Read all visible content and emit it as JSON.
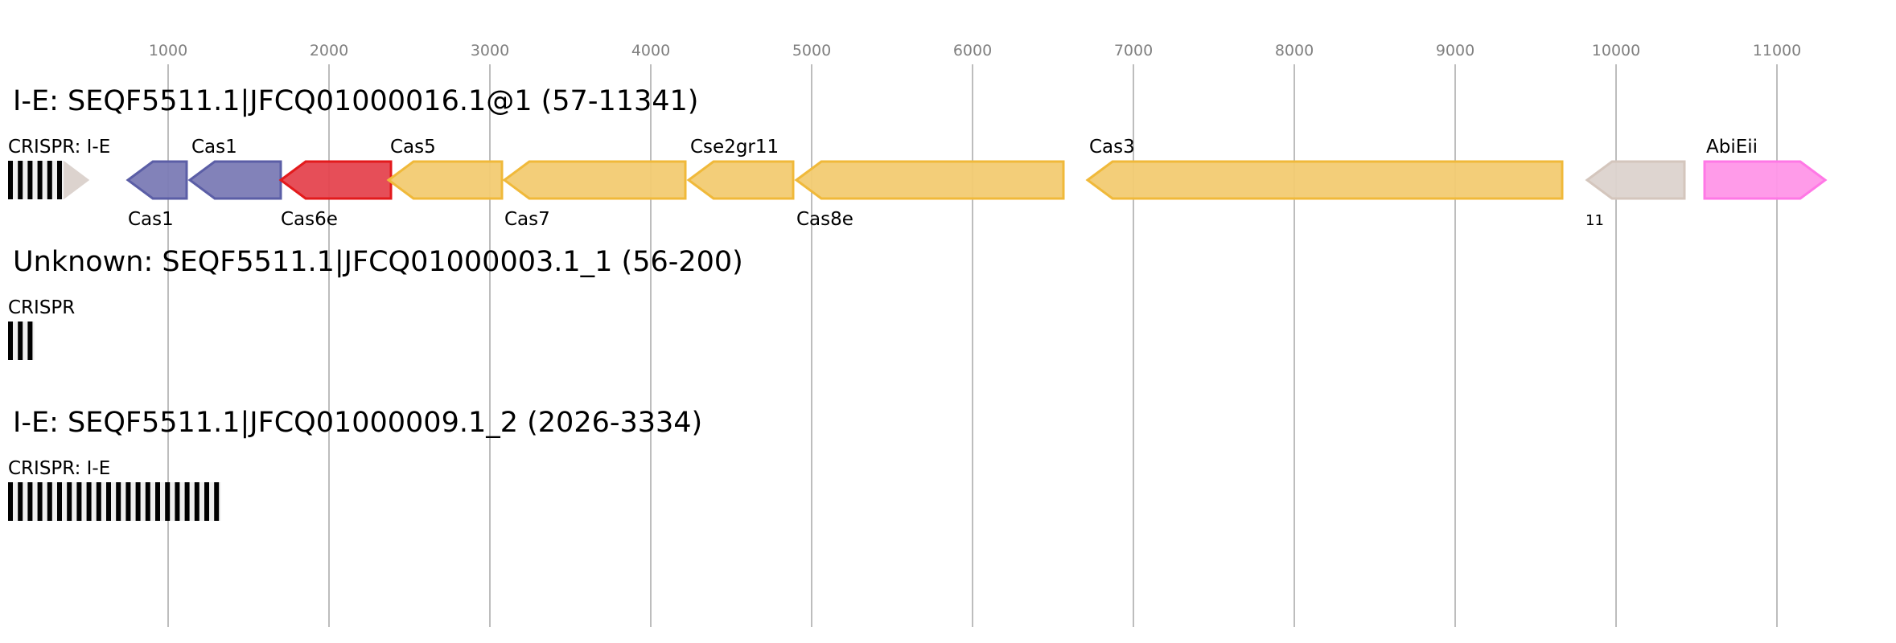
{
  "axis": {
    "ticks": [
      1000,
      2000,
      3000,
      4000,
      5000,
      6000,
      7000,
      8000,
      9000,
      10000,
      11000
    ]
  },
  "colors": {
    "blue": {
      "fill": "#7b7bb5",
      "stroke": "#5b5ea6"
    },
    "red": {
      "fill": "#e5444f",
      "stroke": "#e31a1c"
    },
    "yellow": {
      "fill": "#f2cb72",
      "stroke": "#f0b93a"
    },
    "beige": {
      "fill": "#dcd3ce",
      "stroke": "#d4c6bd"
    },
    "pink": {
      "fill": "#ff96e8",
      "stroke": "#ff78e6"
    }
  },
  "tracks": [
    {
      "title": "I-E: SEQF5511.1|JFCQ01000016.1@1 (57-11341)",
      "crispr": {
        "label": "CRISPR: I-E",
        "repeats": 6,
        "has_arrow": true
      },
      "genes": [
        {
          "name": "Cas1",
          "start": 750,
          "end": 1115,
          "strand": "-",
          "color": "blue",
          "label_pos": "bottom"
        },
        {
          "name": "Cas1",
          "start": 1135,
          "end": 1700,
          "strand": "-",
          "color": "blue",
          "label_pos": "top"
        },
        {
          "name": "Cas6e",
          "start": 1700,
          "end": 2385,
          "strand": "-",
          "color": "red",
          "label_pos": "bottom"
        },
        {
          "name": "Cas5",
          "start": 2370,
          "end": 3075,
          "strand": "-",
          "color": "yellow",
          "label_pos": "top"
        },
        {
          "name": "Cas7",
          "start": 3090,
          "end": 4215,
          "strand": "-",
          "color": "yellow",
          "label_pos": "bottom"
        },
        {
          "name": "Cse2gr11",
          "start": 4235,
          "end": 4885,
          "strand": "-",
          "color": "yellow",
          "label_pos": "top"
        },
        {
          "name": "Cas8e",
          "start": 4905,
          "end": 6565,
          "strand": "-",
          "color": "yellow",
          "label_pos": "bottom"
        },
        {
          "name": "Cas3",
          "start": 6715,
          "end": 9665,
          "strand": "-",
          "color": "yellow",
          "label_pos": "top"
        },
        {
          "name": "11",
          "start": 9820,
          "end": 10425,
          "strand": "-",
          "color": "beige",
          "label_pos": "bottom-small"
        },
        {
          "name": "AbiEii",
          "start": 10550,
          "end": 11300,
          "strand": "+",
          "color": "pink",
          "label_pos": "top"
        }
      ]
    },
    {
      "title": "Unknown: SEQF5511.1|JFCQ01000003.1_1 (56-200)",
      "crispr": {
        "label": "CRISPR",
        "repeats": 3,
        "has_arrow": false
      },
      "genes": []
    },
    {
      "title": "I-E: SEQF5511.1|JFCQ01000009.1_2 (2026-3334)",
      "crispr": {
        "label": "CRISPR: I-E",
        "repeats": 22,
        "has_arrow": false
      },
      "genes": []
    }
  ]
}
